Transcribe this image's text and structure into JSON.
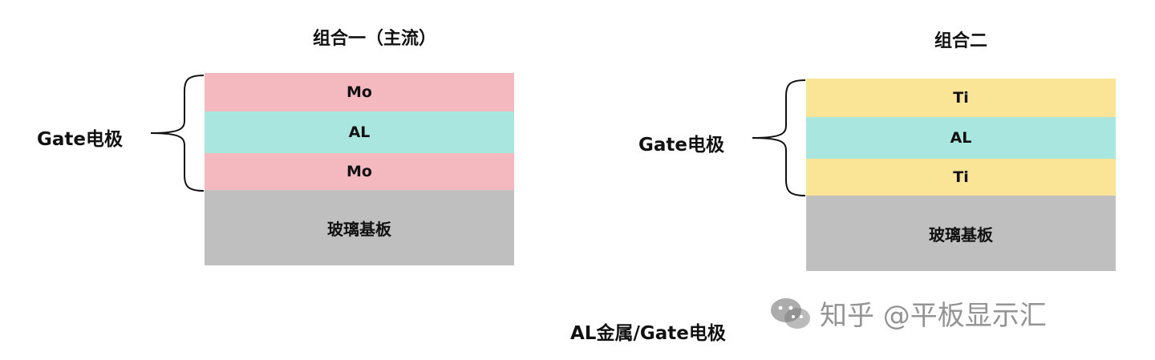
{
  "left": {
    "title": "组合一（主流）",
    "gate_label": "Gate电极",
    "layers": [
      {
        "label": "Mo",
        "color": "#f4b8bf"
      },
      {
        "label": "AL",
        "color": "#a8e6df"
      },
      {
        "label": "Mo",
        "color": "#f4b8bf"
      },
      {
        "label": "玻璃基板",
        "color": "#bfbfbf"
      }
    ]
  },
  "right": {
    "title": "组合二",
    "gate_label": "Gate电极",
    "layers": [
      {
        "label": "Ti",
        "color": "#fae596"
      },
      {
        "label": "AL",
        "color": "#a8e6df"
      },
      {
        "label": "Ti",
        "color": "#fae596"
      },
      {
        "label": "玻璃基板",
        "color": "#bfbfbf"
      }
    ]
  },
  "caption": "AL金属/Gate电极",
  "watermark": {
    "text": "知乎 @平板显示汇",
    "icon": "wechat-icon"
  }
}
